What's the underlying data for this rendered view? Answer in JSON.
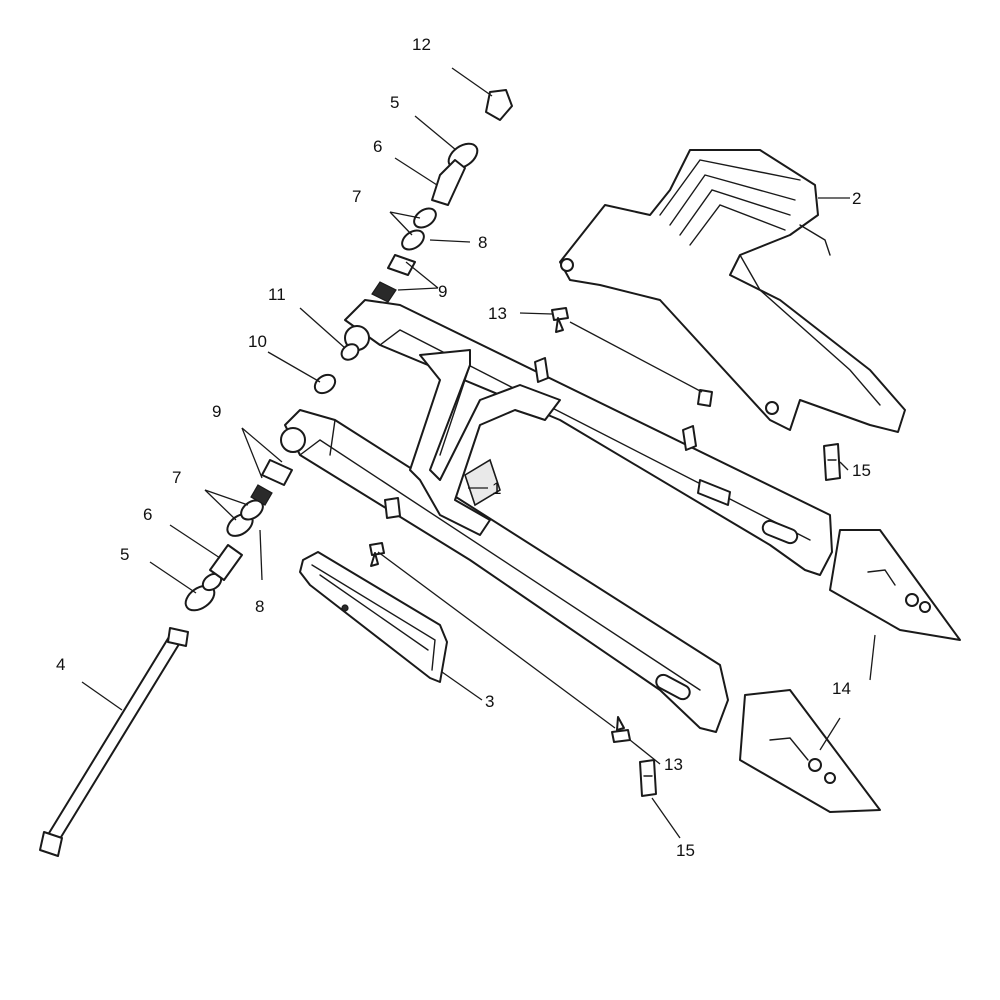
{
  "diagram": {
    "callouts": [
      {
        "id": "c1",
        "label": "1"
      },
      {
        "id": "c2",
        "label": "2"
      },
      {
        "id": "c3",
        "label": "3"
      },
      {
        "id": "c4",
        "label": "4"
      },
      {
        "id": "c5a",
        "label": "5"
      },
      {
        "id": "c5b",
        "label": "5"
      },
      {
        "id": "c6a",
        "label": "6"
      },
      {
        "id": "c6b",
        "label": "6"
      },
      {
        "id": "c7a",
        "label": "7"
      },
      {
        "id": "c7b",
        "label": "7"
      },
      {
        "id": "c8a",
        "label": "8"
      },
      {
        "id": "c8b",
        "label": "8"
      },
      {
        "id": "c9a",
        "label": "9"
      },
      {
        "id": "c9b",
        "label": "9"
      },
      {
        "id": "c10",
        "label": "10"
      },
      {
        "id": "c11",
        "label": "11"
      },
      {
        "id": "c12",
        "label": "12"
      },
      {
        "id": "c13a",
        "label": "13"
      },
      {
        "id": "c13b",
        "label": "13"
      },
      {
        "id": "c14",
        "label": "14"
      },
      {
        "id": "c15a",
        "label": "15"
      },
      {
        "id": "c15b",
        "label": "15"
      }
    ]
  }
}
